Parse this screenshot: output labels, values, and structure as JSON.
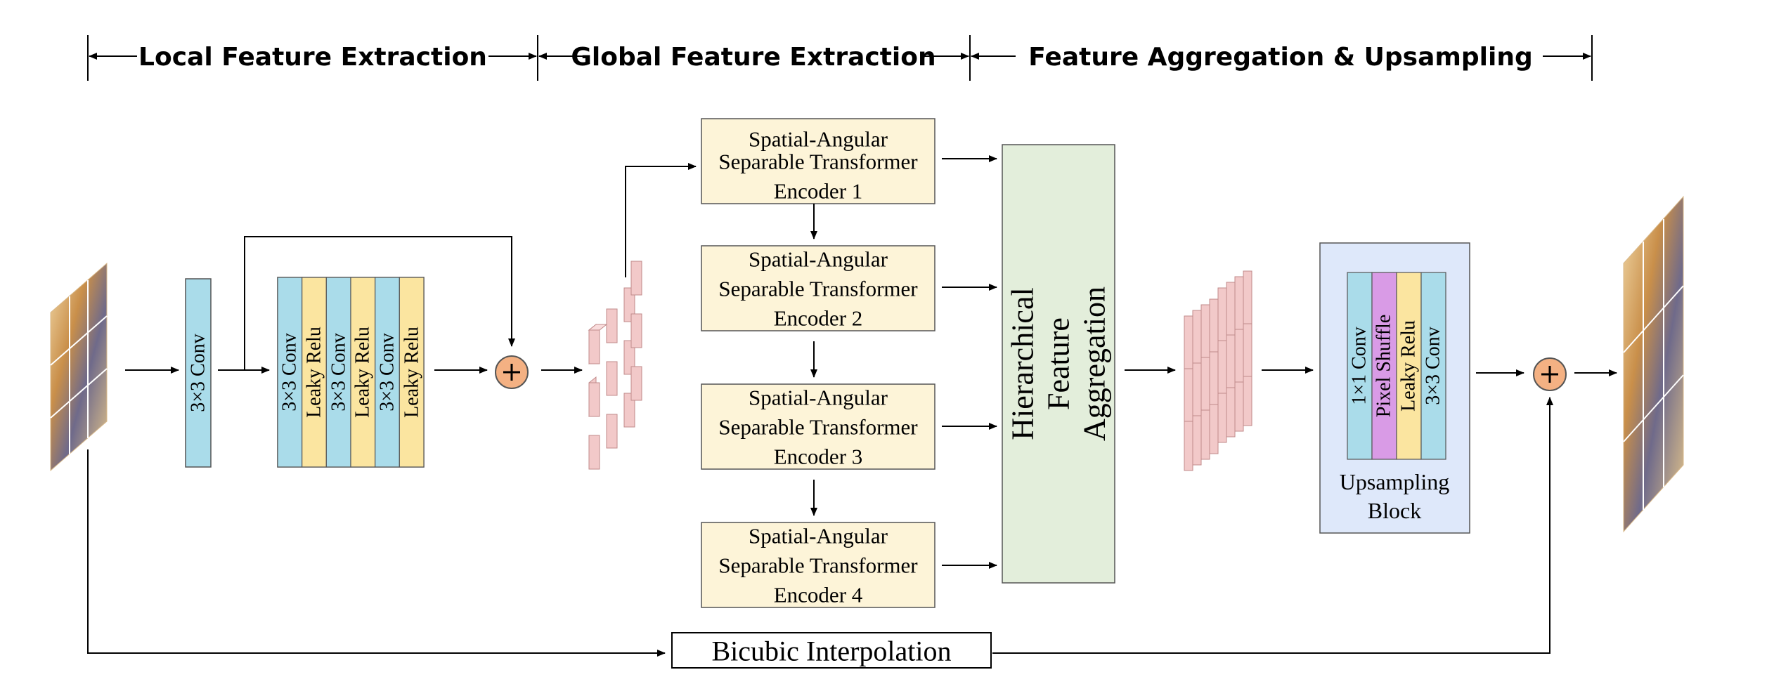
{
  "sections": {
    "local": "Local Feature Extraction",
    "global": "Global Feature Extraction",
    "aggregation": "Feature Aggregation & Upsampling"
  },
  "conv_single": "3×3 Conv",
  "conv_stack": [
    "3×3 Conv",
    "Leaky Relu",
    "3×3 Conv",
    "Leaky Relu",
    "3×3 Conv",
    "Leaky Relu"
  ],
  "encoders": [
    [
      "Spatial-Angular",
      "Separable Transformer",
      "Encoder 1"
    ],
    [
      "Spatial-Angular",
      "Separable Transformer",
      "Encoder 2"
    ],
    [
      "Spatial-Angular",
      "Separable Transformer",
      "Encoder 3"
    ],
    [
      "Spatial-Angular",
      "Separable Transformer",
      "Encoder 4"
    ]
  ],
  "hfa": [
    "Hierarchical",
    "Feature",
    "Aggregation"
  ],
  "upsampling": {
    "layers": [
      "1×1 Conv",
      "Pixel Shuffle",
      "Leaky Relu",
      "3×3 Conv"
    ],
    "label": [
      "Upsampling",
      "Block"
    ]
  },
  "bicubic": "Bicubic Interpolation",
  "colors": {
    "conv": "#aadcea",
    "relu": "#fbe5a0",
    "shuffle": "#d99be6",
    "encoder": "#fdf4d8",
    "hfa": "#e3eedb",
    "upblock": "#dee8fa",
    "adder": "#f4b183",
    "feature": "#f2c9c9"
  }
}
